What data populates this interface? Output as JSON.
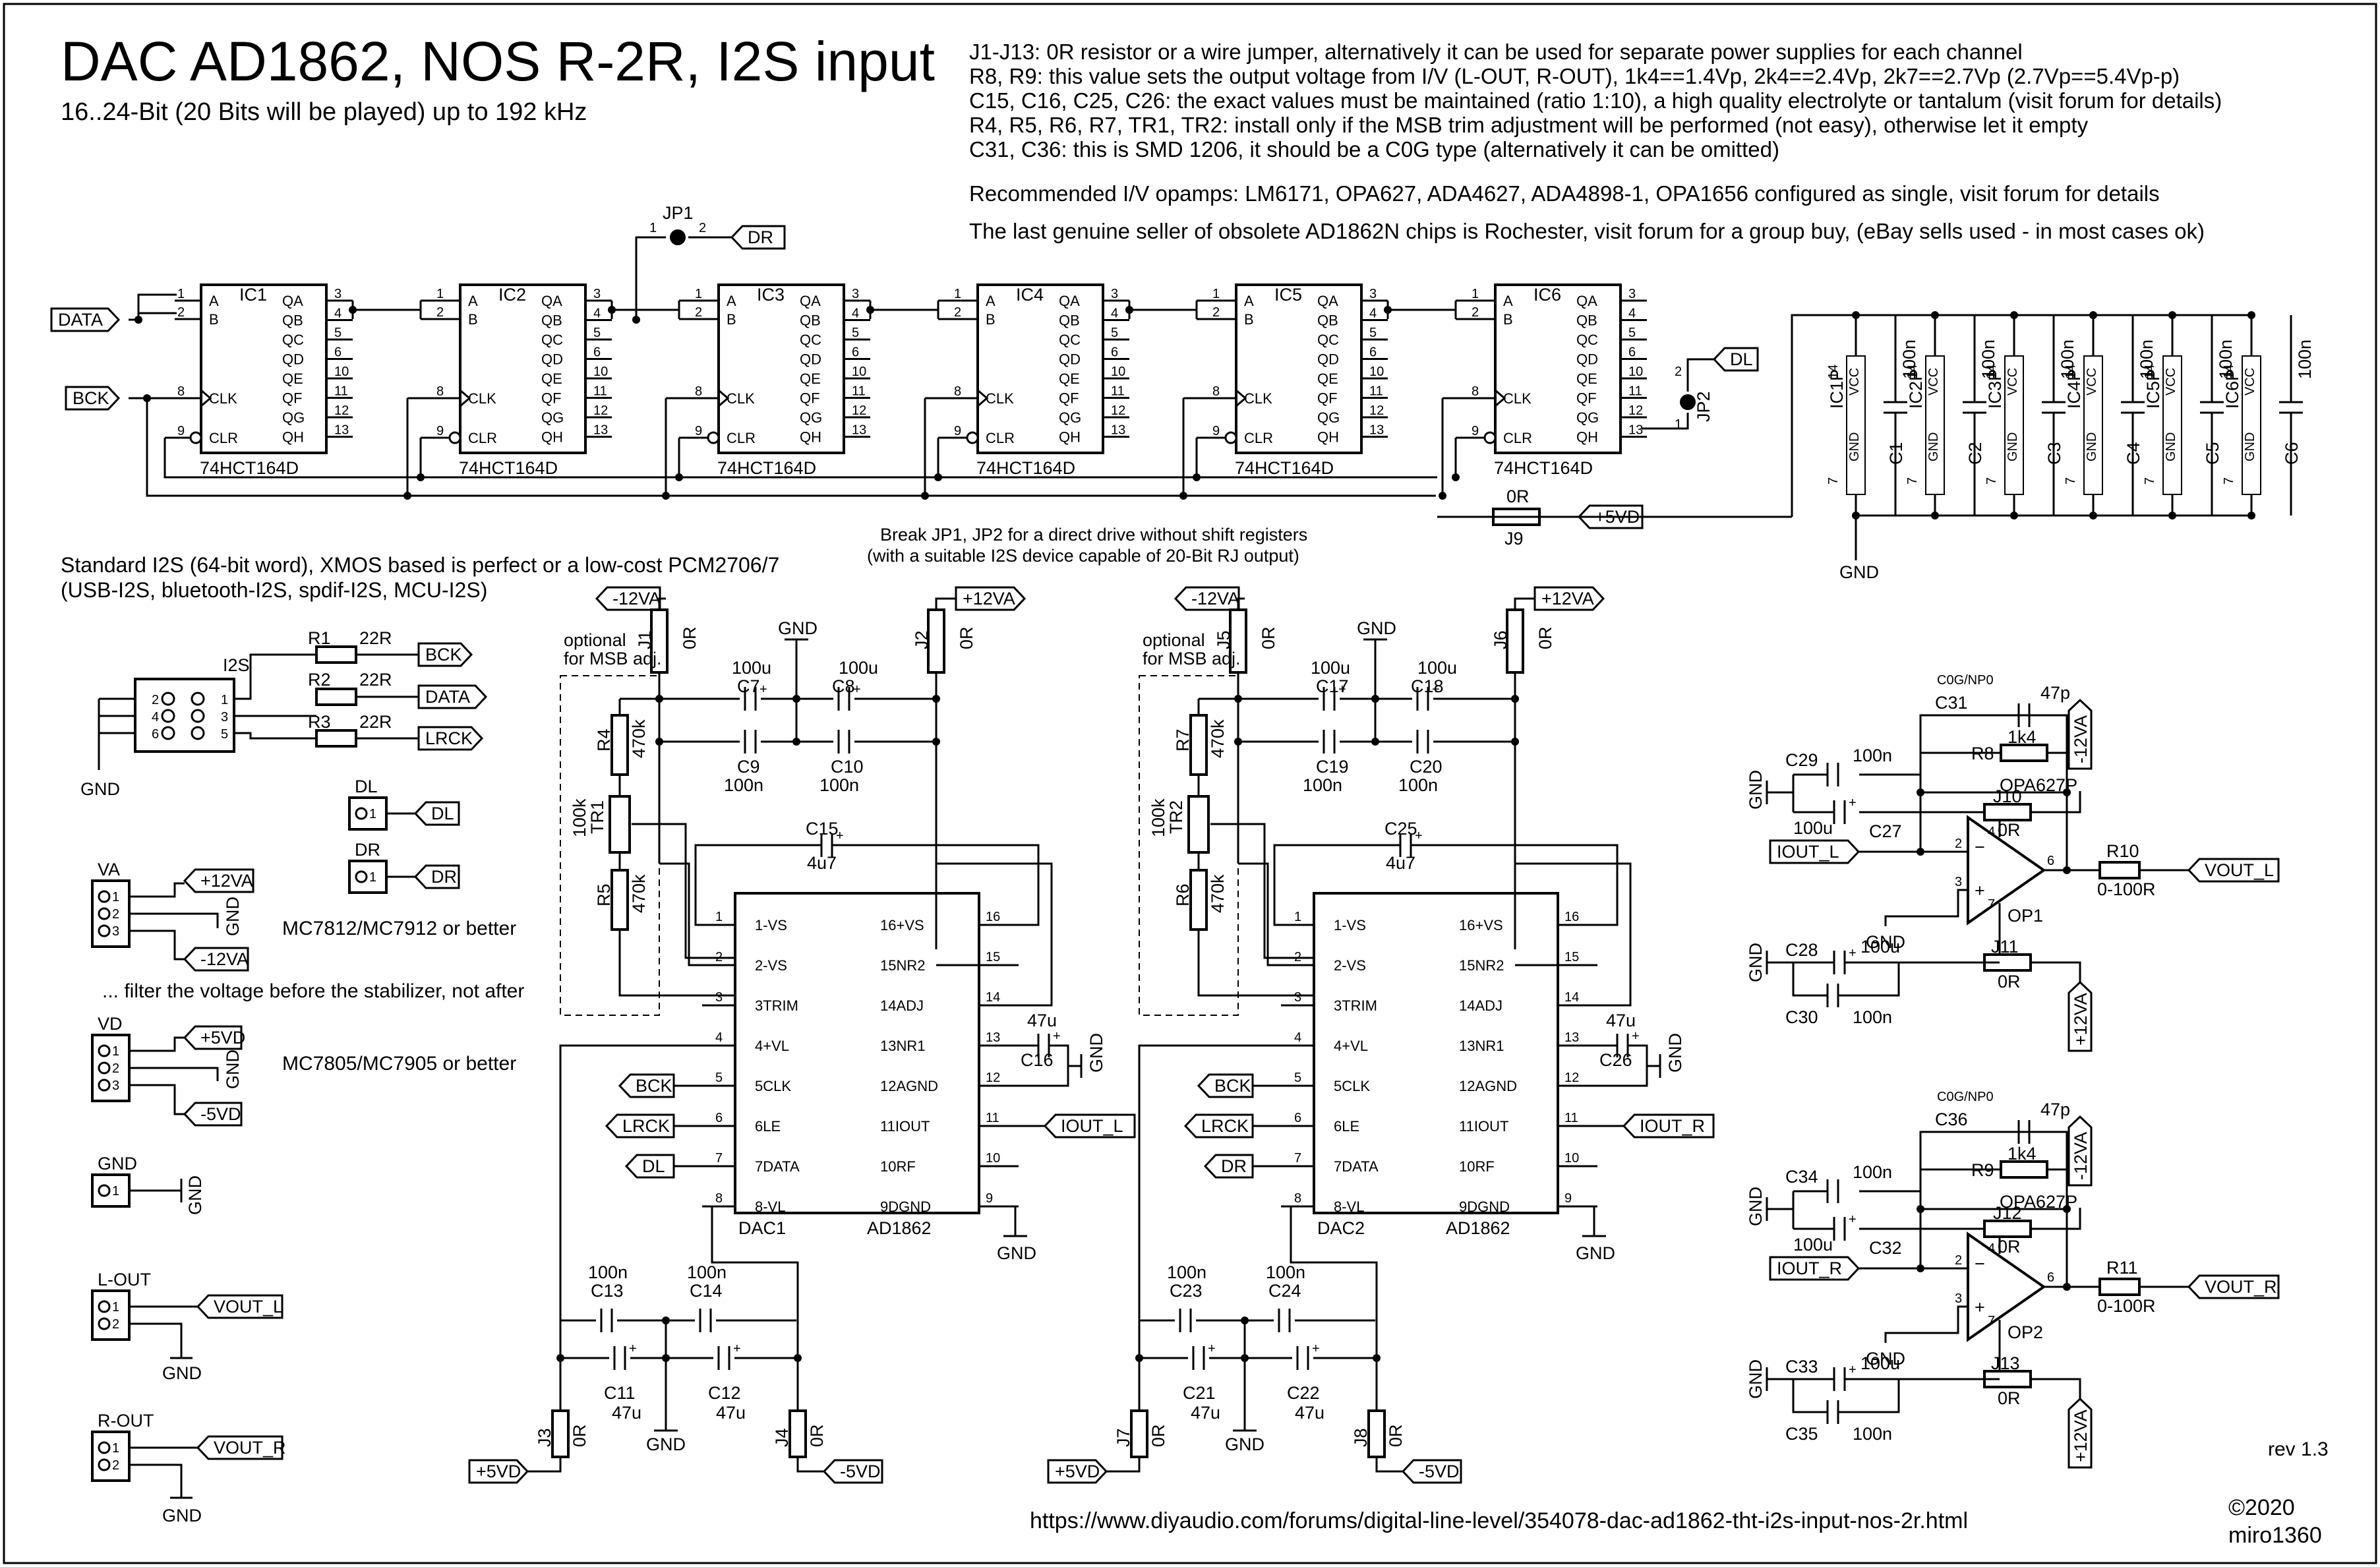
{
  "title": "DAC AD1862, NOS R-2R, I2S input",
  "subtitle": "16..24-Bit (20 Bits will be played) up to 192 kHz",
  "notes": [
    "J1-J13: 0R resistor or a wire jumper, alternatively it can be used for separate power supplies for each channel",
    "R8, R9: this value sets the output voltage from I/V (L-OUT, R-OUT), 1k4==1.4Vp, 2k4==2.4Vp, 2k7==2.7Vp (2.7Vp==5.4Vp-p)",
    "C15, C16, C25, C26: the exact values must be maintained (ratio 1:10), a high quality electrolyte or tantalum (visit forum for details)",
    "R4, R5, R6, R7, TR1, TR2: install only if the MSB trim adjustment will be performed (not easy), otherwise let it empty",
    "C31, C36: this is SMD 1206, it should be a C0G type (alternatively it can be omitted)"
  ],
  "opamp_note": "Recommended I/V opamps: LM6171, OPA627, ADA4627, ADA4898-1, OPA1656 configured as single, visit forum for details",
  "seller_note": "The last genuine seller of obsolete AD1862N chips is Rochester, visit forum for a group buy, (eBay sells used - in most cases ok)",
  "jp_note": [
    "Break JP1, JP2 for a direct drive without shift registers",
    "(with a suitable I2S device capable of 20-Bit RJ output)"
  ],
  "i2s_note": [
    "Standard I2S (64-bit word), XMOS based is perfect or a low-cost PCM2706/7",
    "(USB-I2S, bluetooth-I2S, spdif-I2S, MCU-I2S)"
  ],
  "filter_note": "... filter the voltage before the stabilizer, not after",
  "reg_12": "MC7812/MC7912 or better",
  "reg_5": "MC7805/MC7905 or better",
  "url": "https://www.diyaudio.com/forums/digital-line-level/354078-dac-ad1862-tht-i2s-input-nos-2r.html",
  "rev": "rev 1.3",
  "copyright": [
    "©2020",
    "miro1360"
  ],
  "nets": {
    "data": "DATA",
    "bck": "BCK",
    "lrck": "LRCK",
    "dl": "DL",
    "dr": "DR",
    "p5": "+5VD",
    "m5": "-5VD",
    "p12": "+12VA",
    "m12": "-12VA",
    "gnd": "GND",
    "ioutl": "IOUT_L",
    "ioutr": "IOUT_R",
    "voutl": "VOUT_L",
    "voutr": "VOUT_R"
  },
  "shift_registers": {
    "part": "74HCT164D",
    "names": [
      "IC1",
      "IC2",
      "IC3",
      "IC4",
      "IC5",
      "IC6"
    ],
    "left_pins": [
      "A",
      "B",
      "CLK",
      "CLR"
    ],
    "left_nums": [
      "1",
      "2",
      "8",
      "9"
    ],
    "right_pins": [
      "QA",
      "QB",
      "QC",
      "QD",
      "QE",
      "QF",
      "QG",
      "QH"
    ],
    "right_nums": [
      "3",
      "4",
      "5",
      "6",
      "10",
      "11",
      "12",
      "13"
    ]
  },
  "decoupling": {
    "ic": [
      "IC1P",
      "IC2P",
      "IC3P",
      "IC4P",
      "IC5P",
      "IC6P"
    ],
    "caps": [
      "C1",
      "C2",
      "C3",
      "C4",
      "C5",
      "C6"
    ],
    "value": "100n",
    "vcc": "VCC",
    "gnd": "GND",
    "pin_vcc": "14",
    "pin_gnd": "7"
  },
  "jumpers": {
    "jp1": "JP1",
    "jp2": "JP2",
    "j9": "J9",
    "j9_val": "0R"
  },
  "i2s_header": {
    "name": "I2S",
    "pins": [
      "1",
      "2",
      "3",
      "4",
      "5",
      "6"
    ],
    "resistors": [
      "R1",
      "R2",
      "R3"
    ],
    "value": "22R"
  },
  "connectors": {
    "dl": "DL",
    "dr": "DR",
    "va": "VA",
    "vd": "VD",
    "gnd": "GND",
    "lout": "L-OUT",
    "rout": "R-OUT",
    "p1": "1",
    "p2": "2",
    "p3": "3"
  },
  "dac_pins_left": [
    "1-VS",
    "2-VS",
    "3TRIM",
    "4+VL",
    "5CLK",
    "6LE",
    "7DATA",
    "8-VL"
  ],
  "dac_pins_right": [
    "16+VS",
    "15NR2",
    "14ADJ",
    "13NR1",
    "12AGND",
    "11IOUT",
    "10RF",
    "9DGND"
  ],
  "dac_nums_left": [
    "1",
    "2",
    "3",
    "4",
    "5",
    "6",
    "7",
    "8"
  ],
  "dac_nums_right": [
    "16",
    "15",
    "14",
    "13",
    "12",
    "11",
    "10",
    "9"
  ],
  "dac_part": "AD1862",
  "dac1": {
    "name": "DAC1",
    "j_left": "J1",
    "j_right": "J2",
    "j_bot_l": "J3",
    "j_bot_r": "J4",
    "r_top": "R4",
    "r_bot": "R5",
    "trim": "TR1",
    "trim_val": "100k",
    "r_val": "470k",
    "ce1": "C7",
    "ce2": "C8",
    "cc1": "C9",
    "cc2": "C10",
    "c15": "C15",
    "c15_val": "4u7",
    "c16": "C16",
    "c16_val": "47u",
    "cb1": "C13",
    "cb2": "C14",
    "cbe1": "C11",
    "cbe2": "C12",
    "le": "LRCK",
    "data": "DL",
    "iout": "IOUT_L"
  },
  "dac2": {
    "name": "DAC2",
    "j_left": "J5",
    "j_right": "J6",
    "j_bot_l": "J7",
    "j_bot_r": "J8",
    "r_top": "R7",
    "r_bot": "R6",
    "trim": "TR2",
    "trim_val": "100k",
    "r_val": "470k",
    "ce1": "C17",
    "ce2": "C18",
    "cc1": "C19",
    "cc2": "C20",
    "c15": "C25",
    "c15_val": "4u7",
    "c16": "C26",
    "c16_val": "47u",
    "cb1": "C23",
    "cb2": "C24",
    "cbe1": "C21",
    "cbe2": "C22",
    "le": "LRCK",
    "data": "DR",
    "iout": "IOUT_R"
  },
  "values": {
    "r0": "0R",
    "c100u": "100u",
    "c100n": "100n",
    "c47u": "47u",
    "c47p": "47p",
    "r1k4": "1k4",
    "r0100": "0-100R",
    "c0g": "C0G/NP0",
    "optional": [
      "optional",
      "for MSB adj."
    ]
  },
  "op1": {
    "name": "OP1",
    "part": "OPA627P",
    "c_fb": "C31",
    "r_fb": "R8",
    "j_fb": "J10",
    "c_top": "C29",
    "c_top_e": "C27",
    "c_bot": "C28",
    "c_bot_n": "C30",
    "j_bot": "J11",
    "r_out": "R10",
    "in": "IOUT_L",
    "out": "VOUT_L"
  },
  "op2": {
    "name": "OP2",
    "part": "OPA627P",
    "c_fb": "C36",
    "r_fb": "R9",
    "j_fb": "J12",
    "c_top": "C34",
    "c_top_e": "C32",
    "c_bot": "C33",
    "c_bot_n": "C35",
    "j_bot": "J13",
    "r_out": "R11",
    "in": "IOUT_R",
    "out": "VOUT_R"
  },
  "op_pins": {
    "p2": "2",
    "p3": "3",
    "p4": "4",
    "p6": "6",
    "p7": "7",
    "minus": "−",
    "plus": "+"
  }
}
